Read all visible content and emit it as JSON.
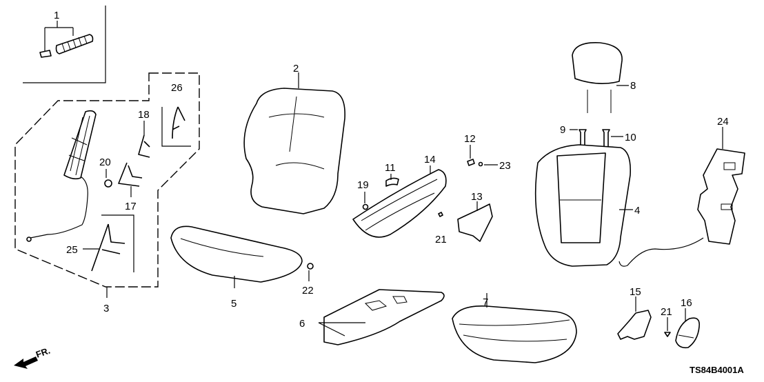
{
  "diagram": {
    "callouts": {
      "p1": "1",
      "p2": "2",
      "p3": "3",
      "p4": "4",
      "p5": "5",
      "p6": "6",
      "p7": "7",
      "p8": "8",
      "p9": "9",
      "p10": "10",
      "p11": "11",
      "p12": "12",
      "p13": "13",
      "p14": "14",
      "p15": "15",
      "p16": "16",
      "p17": "17",
      "p18": "18",
      "p19": "19",
      "p20": "20",
      "p21a": "21",
      "p21b": "21",
      "p22": "22",
      "p23": "23",
      "p24": "24",
      "p25": "25",
      "p26": "26"
    },
    "direction_label": "FR.",
    "diagram_code": "TS84B4001A"
  }
}
